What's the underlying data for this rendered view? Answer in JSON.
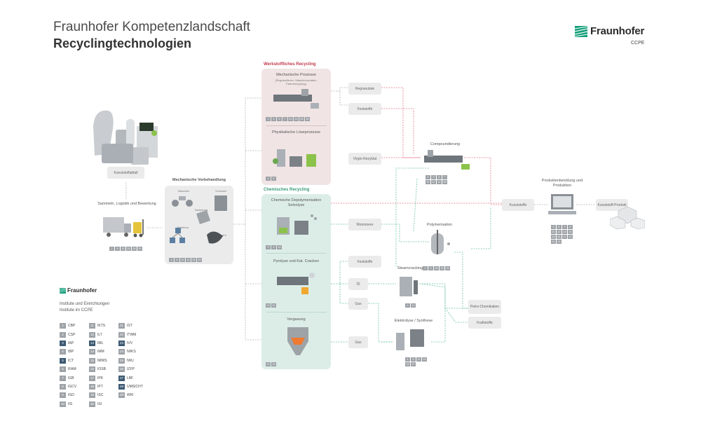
{
  "header": {
    "title_line1": "Fraunhofer Kompetenzlandschaft",
    "title_line2": "Recyclingtechnologien"
  },
  "logo": {
    "name": "Fraunhofer",
    "sub": "CCPE"
  },
  "colors": {
    "werkstofflich_panel": "#f1e4e4",
    "werkstofflich_label": "#c0394b",
    "chemisch_panel": "#dcede7",
    "chemisch_label": "#3a9b7a",
    "grey_box": "#ebebeb",
    "institute_blue": "#3d5a73",
    "institute_grey": "#9ea3a8"
  },
  "input": {
    "waste_label": "Kunststoffabfall",
    "collect_label": "Sammeln, Logistik und Bewertung",
    "collect_nums": [
      "2",
      "5",
      "12",
      "15",
      "25",
      "29"
    ]
  },
  "mechanische_vorbehandlung": {
    "title": "Mechanische Vorbehandlung",
    "waschen": "Waschen",
    "trocknen": "Trocknen",
    "dampfung": "Dampfung",
    "sortieren": "Sortieren",
    "zerkleinern": "Zerkleinern",
    "nums": [
      "3",
      "8",
      "10",
      "14",
      "25",
      "29"
    ]
  },
  "werkstofflich": {
    "label": "Werkstoffliches Recycling",
    "mech_title": "Mechanische Prozesse",
    "mech_sub": "(Regranulieren, Waschrecyclaten, Partnerecycling)",
    "mech_nums": [
      "2",
      "3",
      "6",
      "7",
      "10",
      "14",
      "25",
      "26"
    ],
    "phys_title": "Physikalische Löseprozesse",
    "phys_nums": [
      "2",
      "9"
    ]
  },
  "chemisch": {
    "label": "Chemisches Recycling",
    "depoly_title": "Chemische Depolymerisation Solvolyse",
    "depoly_nums": [
      "3",
      "9",
      "19"
    ],
    "pyro_title": "Pyrolyse und Kat. Cracken",
    "pyro_nums": [
      "10",
      "19"
    ],
    "verg_title": "Vergasung",
    "verg_nums": [
      "10",
      "18"
    ]
  },
  "outputs": {
    "regranulate": "Regranulate",
    "fest1": "Feststoffe",
    "virgin": "Virgin-Rezyklat",
    "monomere": "Monomere",
    "fest2": "Feststoffe",
    "oel": "Öl",
    "gas1": "Gas",
    "gas2": "Gas"
  },
  "processes": {
    "compound": "Compoundierung",
    "compound_nums": [
      "2",
      "3",
      "6",
      "7",
      "10",
      "11",
      "14",
      "25"
    ],
    "poly": "Polymerisation",
    "poly_nums": [
      "2",
      "6",
      "18",
      "19",
      "23"
    ],
    "steam": "Steamcracking",
    "steam_nums": [
      "2",
      "10"
    ],
    "elektro": "Elektrolyse / Synthese",
    "elektro_nums": [
      "4",
      "9",
      "14",
      "19",
      "23",
      "27"
    ],
    "petro": "Petro-Chemikalien",
    "kraftstoffe": "Kraftstoffe",
    "kunststoffe": "Kunststoffe",
    "produkt_title": "Produktentwicklung und Produktion",
    "produkt_nums": [
      "3",
      "6",
      "7",
      "8",
      "10",
      "12",
      "13",
      "14",
      "15",
      "16",
      "17",
      "22",
      "24",
      "26"
    ],
    "kunststoff_produkt": "Kunststoff-Produkt"
  },
  "legend": {
    "logo": "Fraunhofer",
    "line1": "Institute und Einrichtungen",
    "line2": "Institute im CCPE",
    "col1": [
      {
        "n": "1",
        "name": "CBP",
        "blue": false
      },
      {
        "n": "2",
        "name": "CSP",
        "blue": false
      },
      {
        "n": "3",
        "name": "IAP",
        "blue": true
      },
      {
        "n": "4",
        "name": "IBP",
        "blue": false
      },
      {
        "n": "5",
        "name": "ICT",
        "blue": true
      },
      {
        "n": "6",
        "name": "IFAM",
        "blue": false
      },
      {
        "n": "7",
        "name": "IGB",
        "blue": false
      },
      {
        "n": "8",
        "name": "IGCV",
        "blue": false
      },
      {
        "n": "9",
        "name": "IGD",
        "blue": false
      },
      {
        "n": "10",
        "name": "IIS",
        "blue": false
      }
    ],
    "col2": [
      {
        "n": "11",
        "name": "IKTS",
        "blue": false
      },
      {
        "n": "12",
        "name": "ILT",
        "blue": false
      },
      {
        "n": "13",
        "name": "IML",
        "blue": true
      },
      {
        "n": "14",
        "name": "IMM",
        "blue": false
      },
      {
        "n": "15",
        "name": "IMWS",
        "blue": false
      },
      {
        "n": "16",
        "name": "IOSB",
        "blue": false
      },
      {
        "n": "17",
        "name": "IPK",
        "blue": false
      },
      {
        "n": "18",
        "name": "IPT",
        "blue": false
      },
      {
        "n": "19",
        "name": "ISC",
        "blue": false
      },
      {
        "n": "20",
        "name": "ISI",
        "blue": false
      }
    ],
    "col3": [
      {
        "n": "21",
        "name": "IST",
        "blue": false
      },
      {
        "n": "22",
        "name": "ITWM",
        "blue": false
      },
      {
        "n": "23",
        "name": "IVV",
        "blue": true
      },
      {
        "n": "24",
        "name": "IWKS",
        "blue": false
      },
      {
        "n": "25",
        "name": "IWU",
        "blue": false
      },
      {
        "n": "26",
        "name": "IZFP",
        "blue": false
      },
      {
        "n": "27",
        "name": "LBF",
        "blue": true
      },
      {
        "n": "28",
        "name": "UMSICHT",
        "blue": true
      },
      {
        "n": "29",
        "name": "WKI",
        "blue": false
      }
    ]
  }
}
